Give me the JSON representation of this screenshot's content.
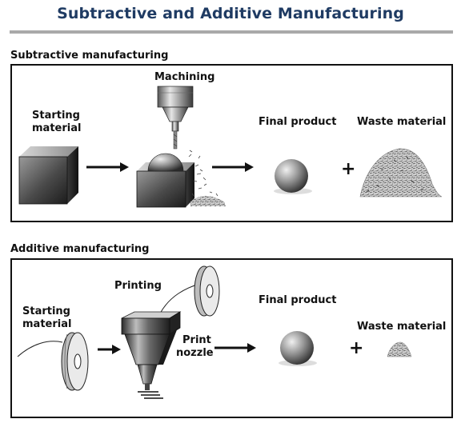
{
  "title": "Subtractive and Additive Manufacturing",
  "subtractive": {
    "section_label": "Subtractive manufacturing",
    "starting_label_1": "Starting",
    "starting_label_2": "material",
    "machining_label": "Machining",
    "final_label": "Final product",
    "waste_label": "Waste material",
    "plus": "+"
  },
  "additive": {
    "section_label": "Additive manufacturing",
    "starting_label_1": "Starting",
    "starting_label_2": "material",
    "printing_label": "Printing",
    "nozzle_label_1": "Print",
    "nozzle_label_2": "nozzle",
    "final_label": "Final product",
    "waste_label": "Waste material",
    "plus": "+"
  }
}
